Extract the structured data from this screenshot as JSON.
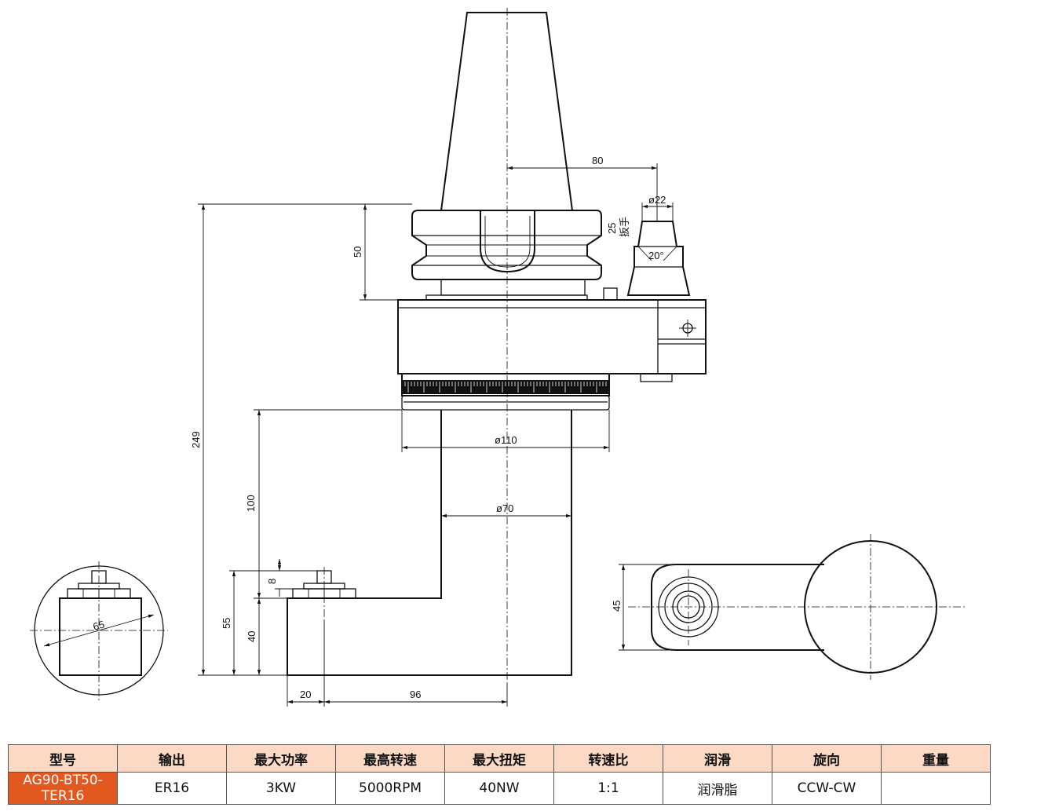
{
  "dimensions": {
    "d80": "80",
    "d22": "ø22",
    "d25": "25",
    "wrench": "扳手",
    "d20deg": "20°",
    "d50": "50",
    "d249": "249",
    "d110": "ø110",
    "d100": "100",
    "d70": "ø70",
    "d8": "8",
    "d55": "55",
    "d40": "40",
    "d20": "20",
    "d96": "96",
    "d65": "65",
    "d45": "45"
  },
  "spec_table": {
    "headers": [
      "型号",
      "输出",
      "最大功率",
      "最高转速",
      "最大扭矩",
      "转速比",
      "润滑",
      "旋向",
      "重量"
    ],
    "row": [
      "AG90-BT50-TER16",
      "ER16",
      "3KW",
      "5000RPM",
      "40NW",
      "1:1",
      "润滑脂",
      "CCW-CW",
      ""
    ],
    "model_color": "#e2581f",
    "header_color": "#fbd9c5"
  }
}
